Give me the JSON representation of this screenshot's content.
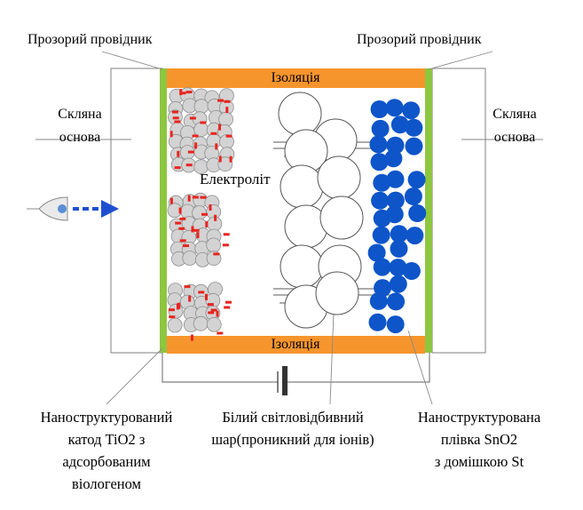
{
  "labels": {
    "top_left": "Прозорий провідник",
    "top_right": "Прозорий провідник",
    "glass_left_line1": "Скляна",
    "glass_left_line2": "основа",
    "glass_right_line1": "Скляна",
    "glass_right_line2": "основа",
    "insulation_top": "Ізоляція",
    "insulation_bottom": "Ізоляція",
    "electrolyte": "Електроліт",
    "cathode_line1": "Наноструктурований",
    "cathode_line2": "катод TiO2 з",
    "cathode_line3": "адсорбованим",
    "cathode_line4": "віологеном",
    "white_layer_line1": "Білий світловідбивний",
    "white_layer_line2": "шар(проникний для іонів)",
    "film_line1": "Наноструктурована",
    "film_line2": "плівка SnO2",
    "film_line3": "з домішкою St"
  },
  "colors": {
    "insulation": "#f7952d",
    "conductor": "#8dc63f",
    "tio2_particle": "#d3d3d3",
    "viologen": "#e8241f",
    "sno2_particle": "#0d55c9",
    "arrow": "#1f4fd1"
  }
}
